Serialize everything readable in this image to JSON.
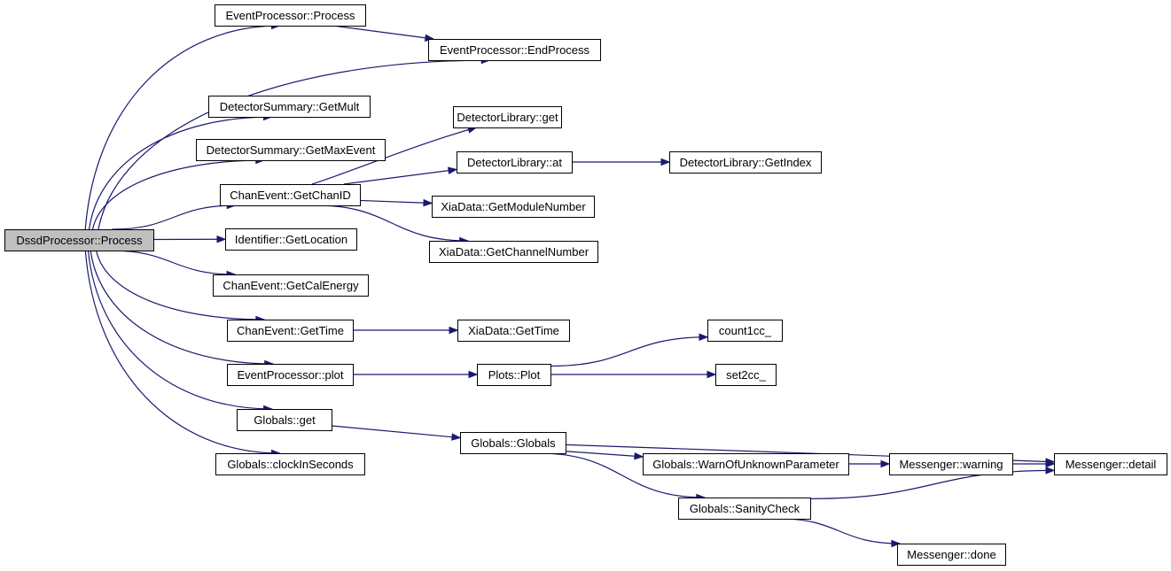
{
  "diagram": {
    "title": "",
    "colors": {
      "edge": "#191970",
      "root_fill": "#bfbfbf",
      "node_fill": "#ffffff",
      "border": "#000000"
    },
    "nodes": [
      {
        "id": "dssd_process",
        "label": "DssdProcessor::Process",
        "root": true
      },
      {
        "id": "ep_process",
        "label": "EventProcessor::Process"
      },
      {
        "id": "ep_endprocess",
        "label": "EventProcessor::EndProcess"
      },
      {
        "id": "ds_getmult",
        "label": "DetectorSummary::GetMult"
      },
      {
        "id": "ds_getmaxevent",
        "label": "DetectorSummary::GetMaxEvent"
      },
      {
        "id": "ce_getchanid",
        "label": "ChanEvent::GetChanID"
      },
      {
        "id": "dl_get",
        "label": "DetectorLibrary::get"
      },
      {
        "id": "dl_at",
        "label": "DetectorLibrary::at"
      },
      {
        "id": "dl_getindex",
        "label": "DetectorLibrary::GetIndex"
      },
      {
        "id": "xd_getmodulenumber",
        "label": "XiaData::GetModuleNumber"
      },
      {
        "id": "xd_getchannelnumber",
        "label": "XiaData::GetChannelNumber"
      },
      {
        "id": "id_getlocation",
        "label": "Identifier::GetLocation"
      },
      {
        "id": "ce_getcalenergy",
        "label": "ChanEvent::GetCalEnergy"
      },
      {
        "id": "ce_gettime",
        "label": "ChanEvent::GetTime"
      },
      {
        "id": "xd_gettime",
        "label": "XiaData::GetTime"
      },
      {
        "id": "ep_plot",
        "label": "EventProcessor::plot"
      },
      {
        "id": "plots_plot",
        "label": "Plots::Plot"
      },
      {
        "id": "count1cc",
        "label": "count1cc_"
      },
      {
        "id": "set2cc",
        "label": "set2cc_"
      },
      {
        "id": "g_get",
        "label": "Globals::get"
      },
      {
        "id": "g_globals",
        "label": "Globals::Globals"
      },
      {
        "id": "g_clock",
        "label": "Globals::clockInSeconds"
      },
      {
        "id": "g_warn",
        "label": "Globals::WarnOfUnknownParameter"
      },
      {
        "id": "g_sanity",
        "label": "Globals::SanityCheck"
      },
      {
        "id": "m_warning",
        "label": "Messenger::warning"
      },
      {
        "id": "m_detail",
        "label": "Messenger::detail"
      },
      {
        "id": "m_done",
        "label": "Messenger::done"
      }
    ],
    "edges": [
      [
        "dssd_process",
        "ep_process"
      ],
      [
        "dssd_process",
        "ep_endprocess"
      ],
      [
        "ep_process",
        "ep_endprocess"
      ],
      [
        "dssd_process",
        "ds_getmult"
      ],
      [
        "dssd_process",
        "ds_getmaxevent"
      ],
      [
        "dssd_process",
        "ce_getchanid"
      ],
      [
        "ce_getchanid",
        "dl_get"
      ],
      [
        "ce_getchanid",
        "dl_at"
      ],
      [
        "dl_at",
        "dl_getindex"
      ],
      [
        "ce_getchanid",
        "xd_getmodulenumber"
      ],
      [
        "ce_getchanid",
        "xd_getchannelnumber"
      ],
      [
        "dssd_process",
        "id_getlocation"
      ],
      [
        "dssd_process",
        "ce_getcalenergy"
      ],
      [
        "dssd_process",
        "ce_gettime"
      ],
      [
        "ce_gettime",
        "xd_gettime"
      ],
      [
        "dssd_process",
        "ep_plot"
      ],
      [
        "ep_plot",
        "plots_plot"
      ],
      [
        "plots_plot",
        "count1cc"
      ],
      [
        "plots_plot",
        "set2cc"
      ],
      [
        "dssd_process",
        "g_get"
      ],
      [
        "g_get",
        "g_globals"
      ],
      [
        "dssd_process",
        "g_clock"
      ],
      [
        "g_globals",
        "g_warn"
      ],
      [
        "g_globals",
        "g_sanity"
      ],
      [
        "g_globals",
        "m_detail"
      ],
      [
        "g_warn",
        "m_warning"
      ],
      [
        "m_warning",
        "m_detail"
      ],
      [
        "g_sanity",
        "m_detail"
      ],
      [
        "g_sanity",
        "m_done"
      ]
    ]
  }
}
